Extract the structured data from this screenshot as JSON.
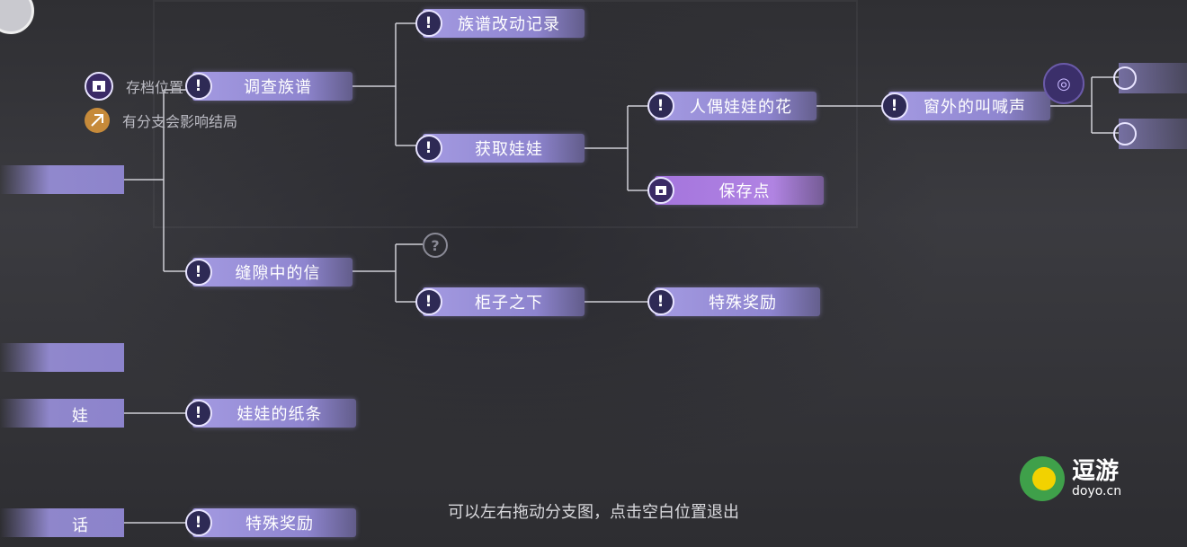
{
  "legend": {
    "save_label": "存档位置",
    "branch_label": "有分支会影响结局"
  },
  "nodes": {
    "investigate_genealogy": "调查族谱",
    "genealogy_record": "族谱改动记录",
    "get_doll": "获取娃娃",
    "doll_flower": "人偶娃娃的花",
    "voice_outside": "窗外的叫喊声",
    "save_point": "保存点",
    "letter_in_gap": "缝隙中的信",
    "under_cabinet": "柜子之下",
    "special_reward_1": "特殊奖励",
    "doll_note": "娃娃的纸条",
    "special_reward_2": "特殊奖励",
    "unknown": "?"
  },
  "left_stubs": {
    "stub1": "",
    "stub2": "",
    "stub3": "娃",
    "stub4": "话"
  },
  "ending": {
    "label": ""
  },
  "footer": {
    "hint": "可以左右拖动分支图，点击空白位置退出"
  },
  "brand": {
    "name_cn": "逗游",
    "name_en": "doyo.cn"
  },
  "colors": {
    "node": "#9b90e0",
    "save_node": "#b07ae8",
    "badge": "#2e2a55",
    "line": "#cfcfd6",
    "logo_green": "#3fa04a",
    "logo_yellow": "#f2d200"
  }
}
